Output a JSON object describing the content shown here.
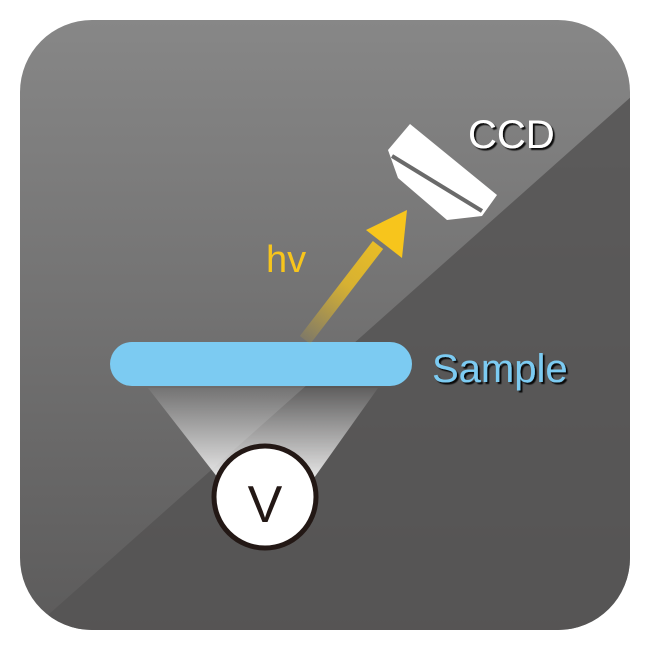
{
  "labels": {
    "ccd": "CCD",
    "photon": "hv",
    "sample": "Sample",
    "voltage": "V"
  },
  "colors": {
    "panel_top": "#858585",
    "panel_bottom": "#575656",
    "sample": "#7ccbf2",
    "photon_arrow": "#f7c51c",
    "photon_label": "#f7c51c",
    "sample_label": "#7ccbf2",
    "ccd_label": "#ffffff",
    "detector": "#ffffff",
    "voltage_circle_fill": "#ffffff",
    "voltage_circle_stroke": "#231815"
  },
  "icons": {
    "detector": "ccd-detector-icon",
    "arrow": "photon-arrow-icon",
    "voltage": "voltage-source-icon"
  }
}
